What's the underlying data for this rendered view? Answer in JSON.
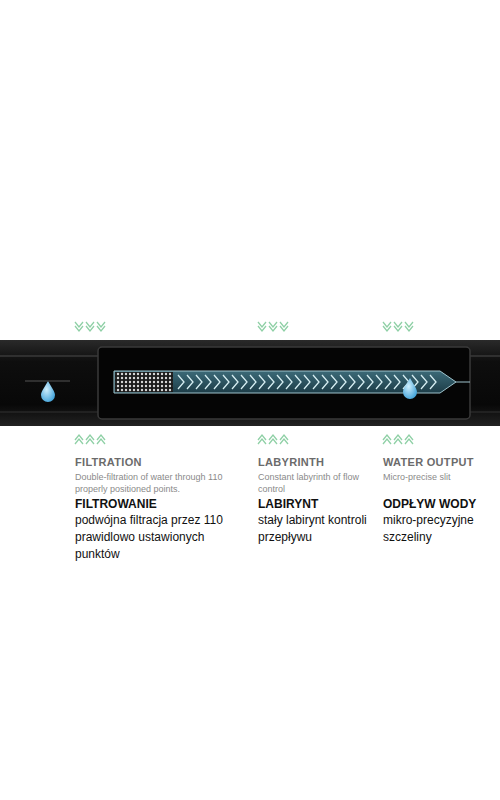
{
  "diagram": {
    "labels": [
      "FILTRATION",
      "Double-filtration of water through 110 properly positioned points.",
      "FILTROWANIE",
      "podwójna filtracja przez 110 prawidlowo ustawionych punktów",
      "LABYRINTH",
      "Constant labyrinth of flow control",
      "LABIRYNT",
      "stały labirynt kontroli przepływu",
      "WATER OUTPUT",
      "Micro-precise slit",
      "ODPŁYW WODY",
      "mikro-precyzyjne szczeliny"
    ]
  }
}
